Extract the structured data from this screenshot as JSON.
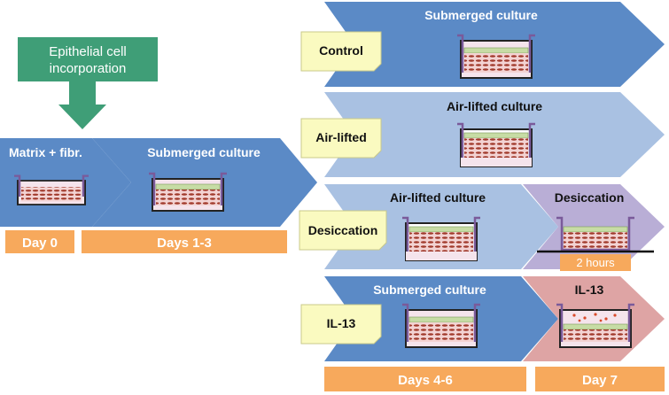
{
  "incorporation": {
    "line1": "Epithelial cell",
    "line2": "incorporation"
  },
  "stages": {
    "matrix": "Matrix + fibr.",
    "submerged_1_3": "Submerged culture"
  },
  "timeline": {
    "day0": "Day 0",
    "days13": "Days 1-3",
    "days46": "Days 4-6",
    "day7": "Day 7"
  },
  "conditions": [
    {
      "note": "Control",
      "culture": "Submerged culture"
    },
    {
      "note": "Air-lifted",
      "culture": "Air-lifted culture"
    },
    {
      "note": "Desiccation",
      "culture": "Air-lifted culture",
      "next": "Desiccation",
      "duration": "2 hours"
    },
    {
      "note": "IL-13",
      "culture": "Submerged culture",
      "next": "IL-13"
    }
  ],
  "colors": {
    "dark_blue": "#5b8ac6",
    "light_blue": "#a9c1e2",
    "purple": "#b9aed6",
    "pink": "#dea4a4",
    "orange": "#f7a95c",
    "green": "#3f9e77",
    "note": "#fafac0"
  }
}
